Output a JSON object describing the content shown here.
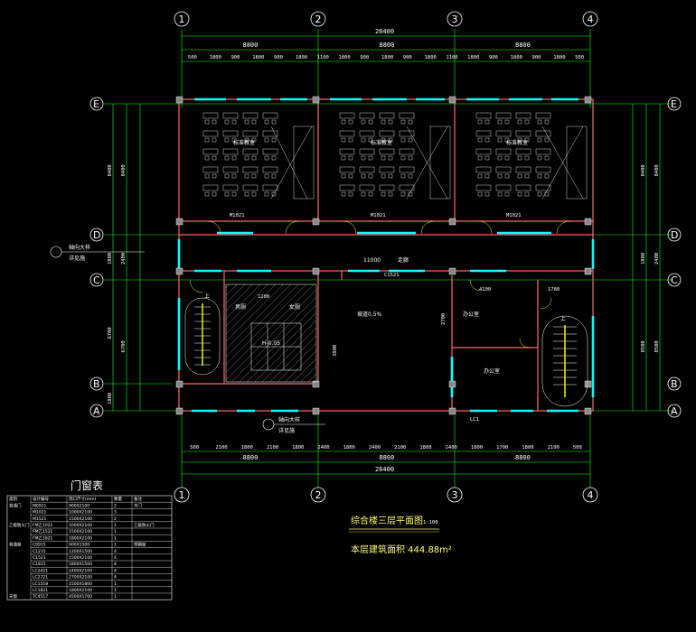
{
  "axes": {
    "columns": [
      "1",
      "2",
      "3",
      "4"
    ],
    "rows": [
      "E",
      "D",
      "C",
      "B",
      "A"
    ]
  },
  "dims": {
    "total": "26400",
    "bays": [
      "8800",
      "8800",
      "8800"
    ],
    "top_detail": [
      "500",
      "1800",
      "900",
      "1800",
      "900",
      "1800",
      "1100",
      "1800",
      "900",
      "1800",
      "900",
      "1800",
      "1100",
      "1800",
      "900",
      "1800",
      "900",
      "1800",
      "500"
    ],
    "bottom_detail": [
      "500",
      "2100",
      "1800",
      "2100",
      "1800",
      "2400",
      "1800",
      "2400",
      "2100",
      "1800",
      "2400",
      "1800",
      "1700",
      "1800",
      "2100",
      "500"
    ],
    "left_outer": [
      "8400",
      "1800",
      "6700",
      "1800"
    ],
    "left_inner": [
      "8400",
      "2400",
      "6700"
    ],
    "right_outer": [
      "8400",
      "1800",
      "8500"
    ],
    "right_inner": [
      "8400",
      "2400",
      "8500"
    ]
  },
  "labels": {
    "room_standard": "标准教室",
    "room_office_a": "办公室",
    "room_office_b": "办公室",
    "stair_up": "上",
    "toilet_m": "男厕",
    "toilet_f": "女厕",
    "corridor": "走廊",
    "elevation": "H-0.05",
    "balcony_note_1": "轴向大样",
    "balcony_note_2": "详见施",
    "door_m1": "M1021",
    "door_c1": "C1521",
    "window_tag": "LC1",
    "note_ramp": "坡道0.5%",
    "dim_11000": "11000",
    "dim_3800": "3800",
    "dim_2700": "2700",
    "dim_1200": "1200",
    "dim_1780": "1780",
    "dim_4100": "4100"
  },
  "title": {
    "main": "综合楼三层平面图",
    "scale": "1:100",
    "area": "本层建筑面积 444.88m²"
  },
  "door_table": {
    "title": "门窗表",
    "headers": [
      "类别",
      "设计编号",
      "洞口尺寸(mm)",
      "数量",
      "备注"
    ],
    "rows": [
      [
        "普通门",
        "M0921",
        "900X2100",
        "2",
        "木门"
      ],
      [
        "",
        "M1021",
        "1000X2100",
        "3",
        ""
      ],
      [
        "",
        "M1521",
        "1500X2100",
        "2",
        ""
      ],
      [
        "乙级防火门",
        "FM乙1021",
        "1000X2100",
        "1",
        "乙级防火门"
      ],
      [
        "",
        "FM乙1521",
        "1500X2100",
        "1",
        ""
      ],
      [
        "",
        "FM乙1821",
        "1800X2100",
        "1",
        ""
      ],
      [
        "普通窗",
        "C0915",
        "900X1500",
        "1",
        "塑钢窗"
      ],
      [
        "",
        "C1215",
        "1200X1500",
        "4",
        ""
      ],
      [
        "",
        "C1521",
        "1500X2100",
        "4",
        ""
      ],
      [
        "",
        "C1815",
        "1800X1500",
        "4",
        ""
      ],
      [
        "",
        "LC2421",
        "2400X2100",
        "4",
        ""
      ],
      [
        "",
        "LC2721",
        "2700X2100",
        "4",
        ""
      ],
      [
        "",
        "LC1518",
        "1500X1800",
        "1",
        ""
      ],
      [
        "",
        "LC1821",
        "1800X2100",
        "1",
        ""
      ],
      [
        "天窗",
        "TC4517",
        "4500X1700",
        "1",
        ""
      ]
    ]
  },
  "colors": {
    "background": "#000000",
    "dimension": "#00ff00",
    "wall": "#ff6666",
    "window": "#00ffff",
    "stair": "#ffff00",
    "furniture": "#ffffff",
    "diagonal": "#ffffff"
  }
}
